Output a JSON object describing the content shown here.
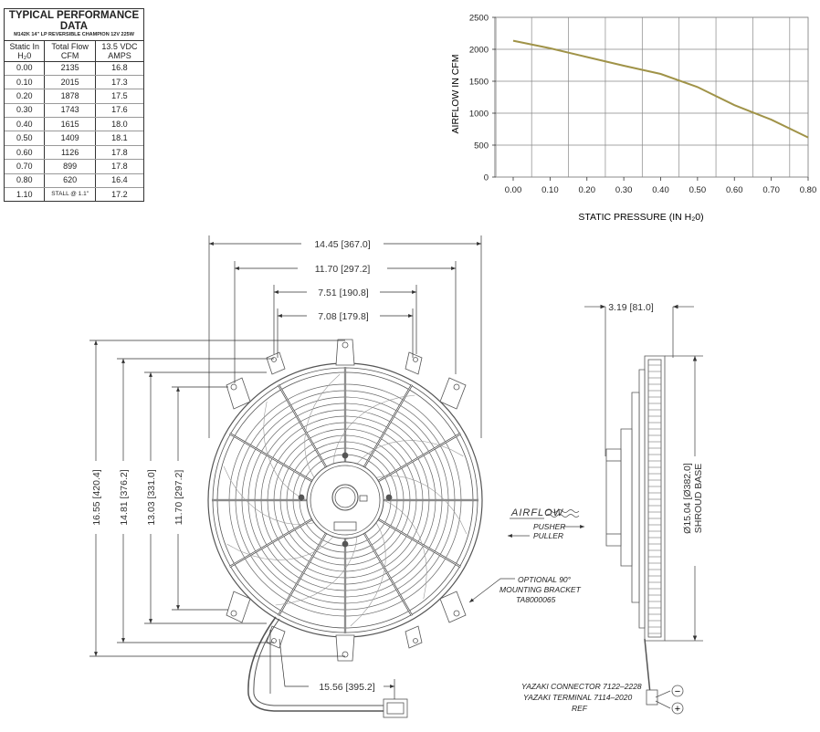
{
  "table": {
    "title": "TYPICAL PERFORMANCE DATA",
    "subtitle": "M142K 14\" LP REVERSIBLE CHAMPION 12V 225W",
    "headers": [
      [
        "Static In",
        "H₂0"
      ],
      [
        "Total Flow",
        "CFM"
      ],
      [
        "13.5 VDC",
        "AMPS"
      ]
    ],
    "rows": [
      [
        "0.00",
        "2135",
        "16.8"
      ],
      [
        "0.10",
        "2015",
        "17.3"
      ],
      [
        "0.20",
        "1878",
        "17.5"
      ],
      [
        "0.30",
        "1743",
        "17.6"
      ],
      [
        "0.40",
        "1615",
        "18.0"
      ],
      [
        "0.50",
        "1409",
        "18.1"
      ],
      [
        "0.60",
        "1126",
        "17.8"
      ],
      [
        "0.70",
        "899",
        "17.8"
      ],
      [
        "0.80",
        "620",
        "16.4"
      ],
      [
        "1.10",
        "STALL @ 1.1\"",
        "17.2"
      ]
    ]
  },
  "chart_data": {
    "type": "line",
    "title": "",
    "xlabel": "STATIC PRESSURE (IN H₂0)",
    "ylabel": "AIRFLOW IN CFM",
    "xlim": [
      0,
      0.8
    ],
    "ylim": [
      0,
      2500
    ],
    "xticks": [
      "0.00",
      "0.10",
      "0.20",
      "0.30",
      "0.40",
      "0.50",
      "0.60",
      "0.70",
      "0.80"
    ],
    "yticks": [
      "0",
      "500",
      "1000",
      "1500",
      "2000",
      "2500"
    ],
    "grid": true,
    "series_color": "#a09348",
    "series": [
      {
        "x": [
          0.0,
          0.1,
          0.2,
          0.3,
          0.4,
          0.5,
          0.6,
          0.7,
          0.8
        ],
        "y": [
          2135,
          2015,
          1878,
          1743,
          1615,
          1409,
          1126,
          899,
          620
        ]
      }
    ]
  },
  "dimensions": {
    "overall_width": "14.45 [367.0]",
    "mount_width": "11.70 [297.2]",
    "inner_width_1": "7.51 [190.8]",
    "inner_width_2": "7.08 [179.8]",
    "overall_height": "16.55 [420.4]",
    "height_2": "14.81 [376.2]",
    "height_3": "13.03 [331.0]",
    "height_4": "11.70 [297.2]",
    "lead_length": "15.56 [395.2]",
    "depth": "3.19 [81.0]",
    "shroud_diameter": "Ø15.04 [Ø382.0]",
    "shroud_label": "SHROUD BASE"
  },
  "notes": {
    "bracket": [
      "OPTIONAL 90°",
      "MOUNTING BRACKET",
      "TA8000065"
    ],
    "airflow": "AIRFLOW",
    "pusher": "PUSHER",
    "puller": "PULLER",
    "connector": [
      "YAZAKI CONNECTOR 7122–2228",
      "YAZAKI TERMINAL 7114–2020",
      "REF"
    ],
    "minus": "−",
    "plus": "+"
  }
}
